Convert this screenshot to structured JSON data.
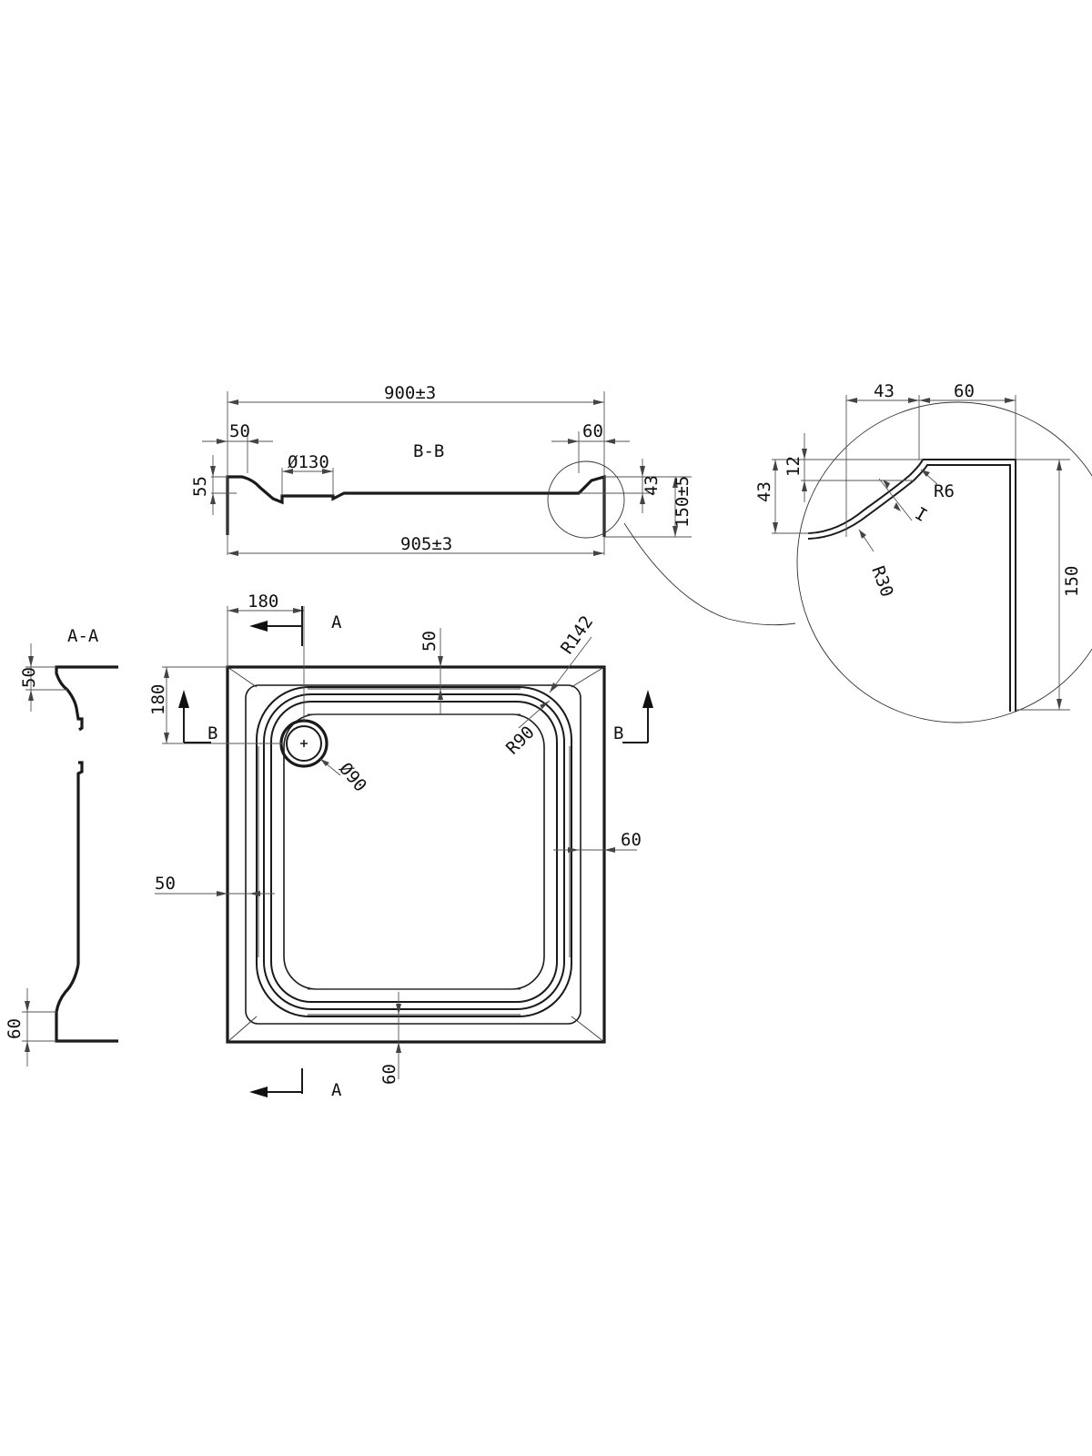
{
  "views": {
    "bb_label": "B-B",
    "aa_label": "A-A",
    "cut_a": "A",
    "cut_b": "B"
  },
  "bb_section": {
    "overall_top": "900±3",
    "overall_bottom": "905±3",
    "left_rim": "50",
    "right_rim": "60",
    "left_height": "55",
    "waste_diameter": "Ø130",
    "right_depth": "43",
    "total_height": "150±5"
  },
  "detail": {
    "top_left": "43",
    "top_right": "60",
    "left_outer": "43",
    "left_inner": "12",
    "radius_small": "R6",
    "radius_large": "R30",
    "thickness_mark": "I",
    "height": "150"
  },
  "aa_section": {
    "top_rim": "50",
    "bottom_rim": "60"
  },
  "plan": {
    "waste_offset_x": "180",
    "waste_offset_y": "180",
    "rim_top": "50",
    "rim_left": "50",
    "rim_right": "60",
    "rim_bottom": "60",
    "corner_outer_radius": "R142",
    "corner_inner_radius": "R90",
    "waste_diameter": "Ø90"
  }
}
